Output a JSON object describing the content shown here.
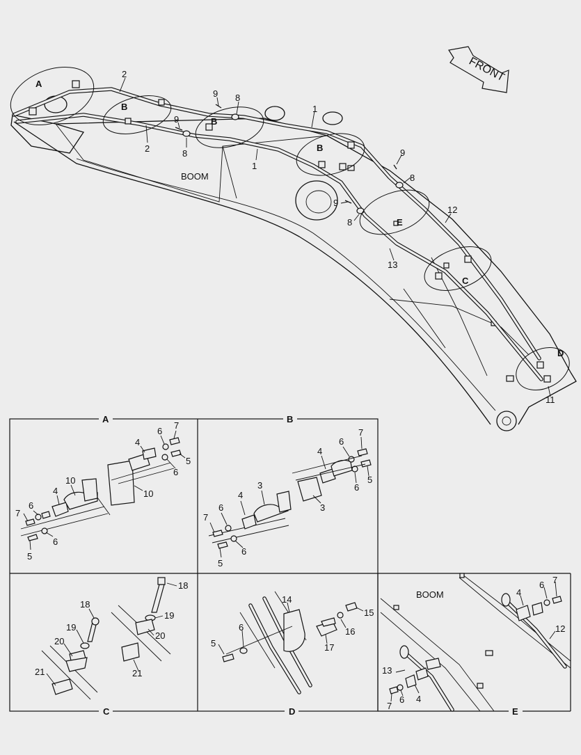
{
  "arrow": {
    "label": "FRONT"
  },
  "main": {
    "boom_label": "BOOM",
    "callouts": [
      {
        "t": "2"
      },
      {
        "t": "2"
      },
      {
        "t": "9"
      },
      {
        "t": "8"
      },
      {
        "t": "9"
      },
      {
        "t": "8"
      },
      {
        "t": "1"
      },
      {
        "t": "1"
      },
      {
        "t": "9"
      },
      {
        "t": "8"
      },
      {
        "t": "9"
      },
      {
        "t": "8"
      },
      {
        "t": "12"
      },
      {
        "t": "13"
      },
      {
        "t": "11"
      }
    ],
    "detail_markers": [
      {
        "t": "A"
      },
      {
        "t": "B"
      },
      {
        "t": "B"
      },
      {
        "t": "B"
      },
      {
        "t": "E"
      },
      {
        "t": "C"
      },
      {
        "t": "D"
      }
    ]
  },
  "panels": [
    {
      "id": "A",
      "label": "A",
      "callouts": [
        {
          "t": "7"
        },
        {
          "t": "6"
        },
        {
          "t": "4"
        },
        {
          "t": "5"
        },
        {
          "t": "6"
        },
        {
          "t": "10"
        },
        {
          "t": "10"
        },
        {
          "t": "6"
        },
        {
          "t": "7"
        },
        {
          "t": "4"
        },
        {
          "t": "6"
        },
        {
          "t": "5"
        }
      ]
    },
    {
      "id": "B",
      "label": "B",
      "callouts": [
        {
          "t": "7"
        },
        {
          "t": "6"
        },
        {
          "t": "4"
        },
        {
          "t": "5"
        },
        {
          "t": "6"
        },
        {
          "t": "3"
        },
        {
          "t": "3"
        },
        {
          "t": "6"
        },
        {
          "t": "7"
        },
        {
          "t": "4"
        },
        {
          "t": "6"
        },
        {
          "t": "5"
        }
      ]
    },
    {
      "id": "C",
      "label": "C",
      "callouts": [
        {
          "t": "18"
        },
        {
          "t": "19"
        },
        {
          "t": "20"
        },
        {
          "t": "21"
        },
        {
          "t": "18"
        },
        {
          "t": "19"
        },
        {
          "t": "20"
        },
        {
          "t": "21"
        }
      ]
    },
    {
      "id": "D",
      "label": "D",
      "callouts": [
        {
          "t": "14"
        },
        {
          "t": "15"
        },
        {
          "t": "16"
        },
        {
          "t": "17"
        },
        {
          "t": "5"
        },
        {
          "t": "6"
        }
      ]
    },
    {
      "id": "E",
      "label": "E",
      "boom_label": "BOOM",
      "callouts": [
        {
          "t": "4"
        },
        {
          "t": "6"
        },
        {
          "t": "7"
        },
        {
          "t": "12"
        },
        {
          "t": "13"
        },
        {
          "t": "7"
        },
        {
          "t": "6"
        },
        {
          "t": "4"
        }
      ]
    }
  ]
}
